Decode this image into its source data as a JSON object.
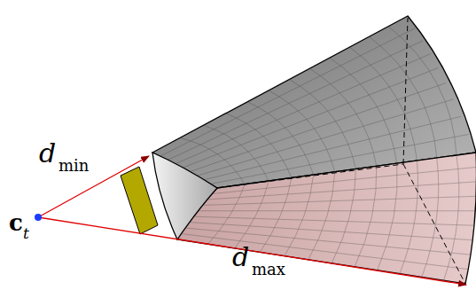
{
  "diagram": {
    "labels": [
      "c",
      "t",
      "d",
      "min",
      "d",
      "max"
    ]
  }
}
